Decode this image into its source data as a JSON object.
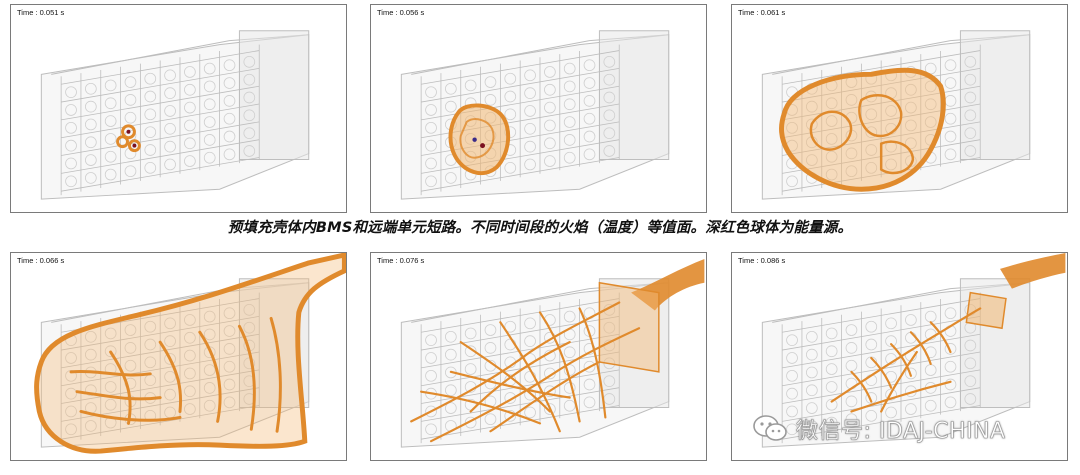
{
  "caption": "预填充壳体内BMS和远端单元短路。不同时间段的火焰（温度）等值面。深红色球体为能量源。",
  "panels": [
    {
      "time": "Time : 0.051 s"
    },
    {
      "time": "Time : 0.056 s"
    },
    {
      "time": "Time : 0.061 s"
    },
    {
      "time": "Time : 0.066 s"
    },
    {
      "time": "Time : 0.076 s"
    },
    {
      "time": "Time : 0.086 s"
    }
  ],
  "watermark": {
    "text": "微信号: IDAJ-CHINA",
    "icon": "wechat-icon"
  },
  "colors": {
    "flame": "#e08a2c",
    "flame_light": "#f3b873",
    "source": "#7a1020",
    "housing": "#bdbdbd"
  }
}
